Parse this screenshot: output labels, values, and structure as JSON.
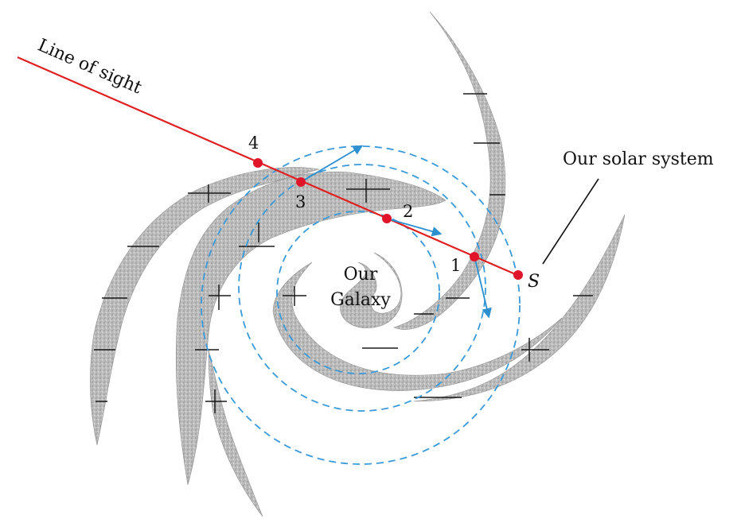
{
  "figure": {
    "line_of_sight_label": "Line of sight",
    "solar_system_label": "Our solar system",
    "galaxy_label_line1": "Our",
    "galaxy_label_line2": "Galaxy",
    "sun_label": "S",
    "points": [
      {
        "label": "1"
      },
      {
        "label": "2"
      },
      {
        "label": "3"
      },
      {
        "label": "4"
      }
    ]
  },
  "colors": {
    "line_of_sight": "#e02020",
    "points": "#e0152a",
    "orbits": "#3a9ad9",
    "velocity_arrows": "#2b8fd0",
    "spiral_arms": "#b8b8b8",
    "text": "#111111"
  }
}
